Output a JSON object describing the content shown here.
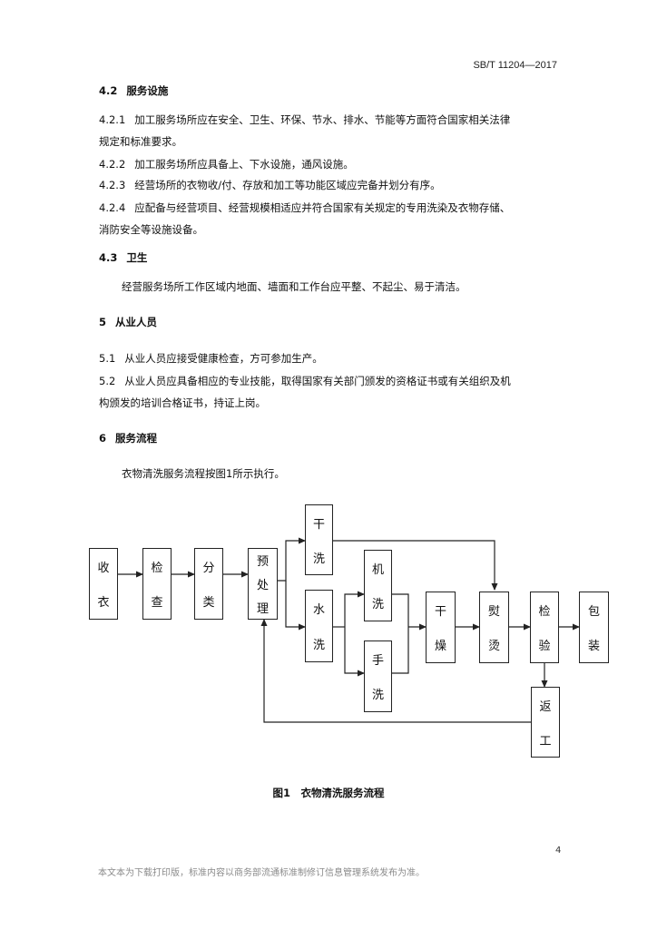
{
  "header": {
    "code": "SB/T 11204—2017"
  },
  "sections": [
    {
      "id": "s42",
      "num": "4.2",
      "text": "服务设施",
      "bold": true
    },
    {
      "id": "s421a",
      "num": "4.2.1",
      "text": "加工服务场所应在安全、卫生、环保、节水、排水、节能等方面符合国家相关法律"
    },
    {
      "id": "s421b",
      "num": "",
      "text": "规定和标准要求。"
    },
    {
      "id": "s422",
      "num": "4.2.2",
      "text": "加工服务场所应具备上、下水设施，通风设施。"
    },
    {
      "id": "s423",
      "num": "4.2.3",
      "text": "经营场所的衣物收/付、存放和加工等功能区域应完备并划分有序。"
    },
    {
      "id": "s424a",
      "num": "4.2.4",
      "text": "应配备与经营项目、经营规模相适应并符合国家有关规定的专用洗染及衣物存储、"
    },
    {
      "id": "s424b",
      "num": "",
      "text": "消防安全等设施设备。"
    },
    {
      "id": "s43",
      "num": "4.3",
      "text": "卫生",
      "bold": true
    },
    {
      "id": "s43p",
      "num": "",
      "text": "经营服务场所工作区域内地面、墙面和工作台应平整、不起尘、易于清洁。"
    },
    {
      "id": "s5",
      "num": "5",
      "text": "从业人员",
      "bold": true
    },
    {
      "id": "s51",
      "num": "5.1",
      "text": "从业人员应接受健康检查，方可参加生产。"
    },
    {
      "id": "s52a",
      "num": "5.2",
      "text": "从业人员应具备相应的专业技能，取得国家有关部门颁发的资格证书或有关组织及机"
    },
    {
      "id": "s52b",
      "num": "",
      "text": "构颁发的培训合格证书，持证上岗。"
    },
    {
      "id": "s6",
      "num": "6",
      "text": "服务流程",
      "bold": true
    },
    {
      "id": "s6p",
      "num": "",
      "text": "衣物清洗服务流程按图1所示执行。"
    }
  ],
  "flow": {
    "nodes": {
      "receive": [
        "收",
        "衣"
      ],
      "inspect": [
        "检",
        "查"
      ],
      "sort": [
        "分",
        "类"
      ],
      "pretreat": [
        "预",
        "处",
        "理"
      ],
      "dryclean": [
        "干",
        "洗"
      ],
      "wetwash": [
        "水",
        "洗"
      ],
      "machine": [
        "机",
        "洗"
      ],
      "hand": [
        "手",
        "洗"
      ],
      "dry": [
        "干",
        "燥"
      ],
      "iron": [
        "熨",
        "烫"
      ],
      "check": [
        "检",
        "验"
      ],
      "pack": [
        "包",
        "装"
      ],
      "rework": [
        "返",
        "工"
      ]
    }
  },
  "caption": "图1　衣物清洗服务流程",
  "page_number": "4",
  "footer": "本文本为下载打印版，标准内容以商务部流通标准制修订信息管理系统发布为准。"
}
